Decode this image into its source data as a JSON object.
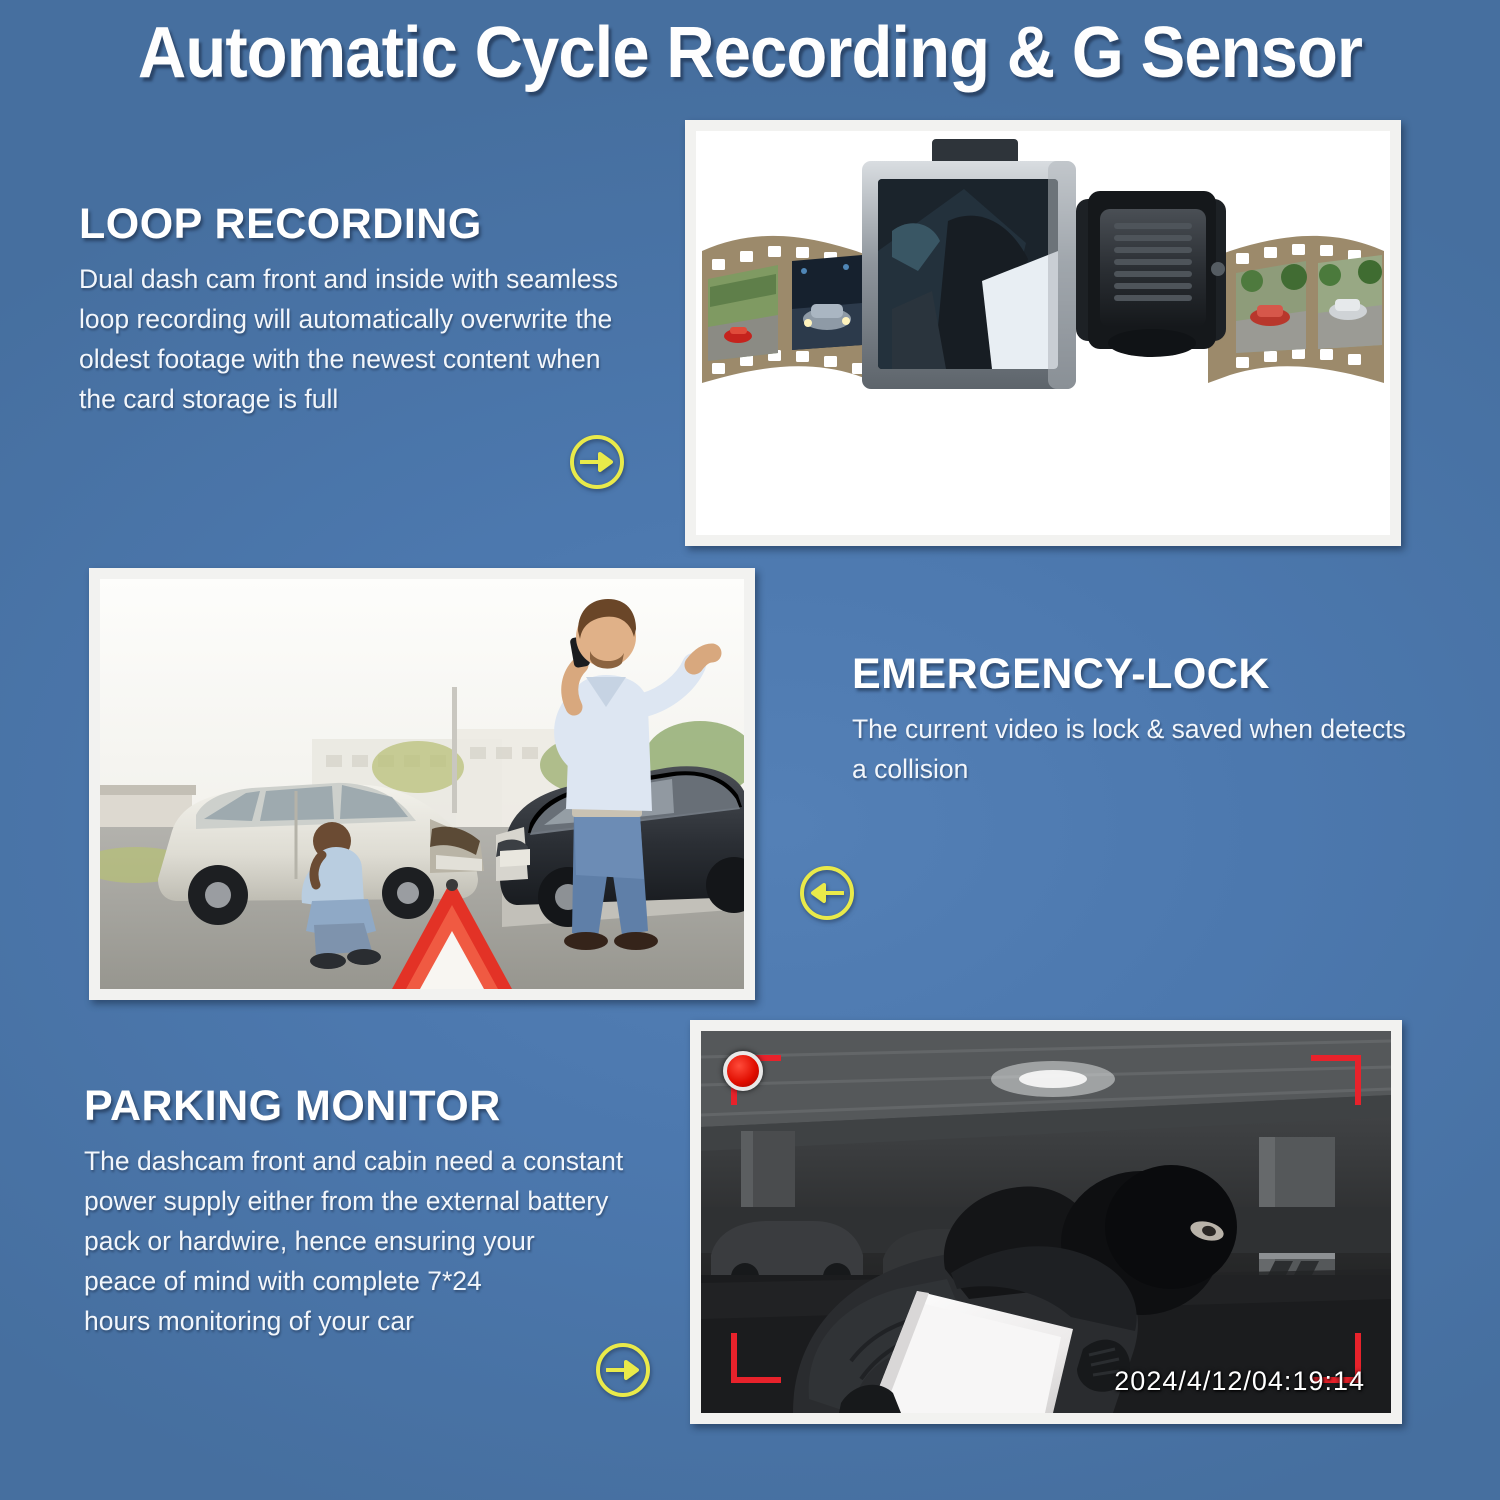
{
  "page": {
    "title": "Automatic Cycle Recording  & G Sensor",
    "background_color": "#4a79b0",
    "accent_color": "#e9ea4a"
  },
  "sections": [
    {
      "id": "loop-recording",
      "heading": "LOOP RECORDING",
      "body_lines": [
        "Dual dash cam front and inside with seamless",
        "loop recording will automatically overwrite the",
        "oldest footage with the newest content when",
        "the card storage is full"
      ],
      "arrow": "arrow-right-icon"
    },
    {
      "id": "emergency-lock",
      "heading": "EMERGENCY-LOCK",
      "body_lines": [
        "The current video is lock & saved when detects",
        "a collision"
      ],
      "arrow": "arrow-left-icon"
    },
    {
      "id": "parking-monitor",
      "heading": "PARKING MONITOR",
      "body_lines": [
        "The dashcam front and cabin need a constant",
        "power supply either from the external battery",
        "pack or hardwire, hence ensuring your",
        "peace of mind with complete 7*24",
        "hours monitoring of your car"
      ],
      "arrow": "arrow-right-icon"
    }
  ],
  "photos": {
    "dashcam": {
      "alt": "Dash cam device with film strip of recorded frames flowing on both sides"
    },
    "accident": {
      "alt": "Two cars collided on a street, man talking on phone, another man sitting on the ground, red warning triangle"
    },
    "parking": {
      "alt": "Night vision view of a masked thief stealing a laptop in a parking garage",
      "recording_indicator": "record-dot-icon",
      "timestamp": "2024/4/12/04:19:14"
    }
  }
}
